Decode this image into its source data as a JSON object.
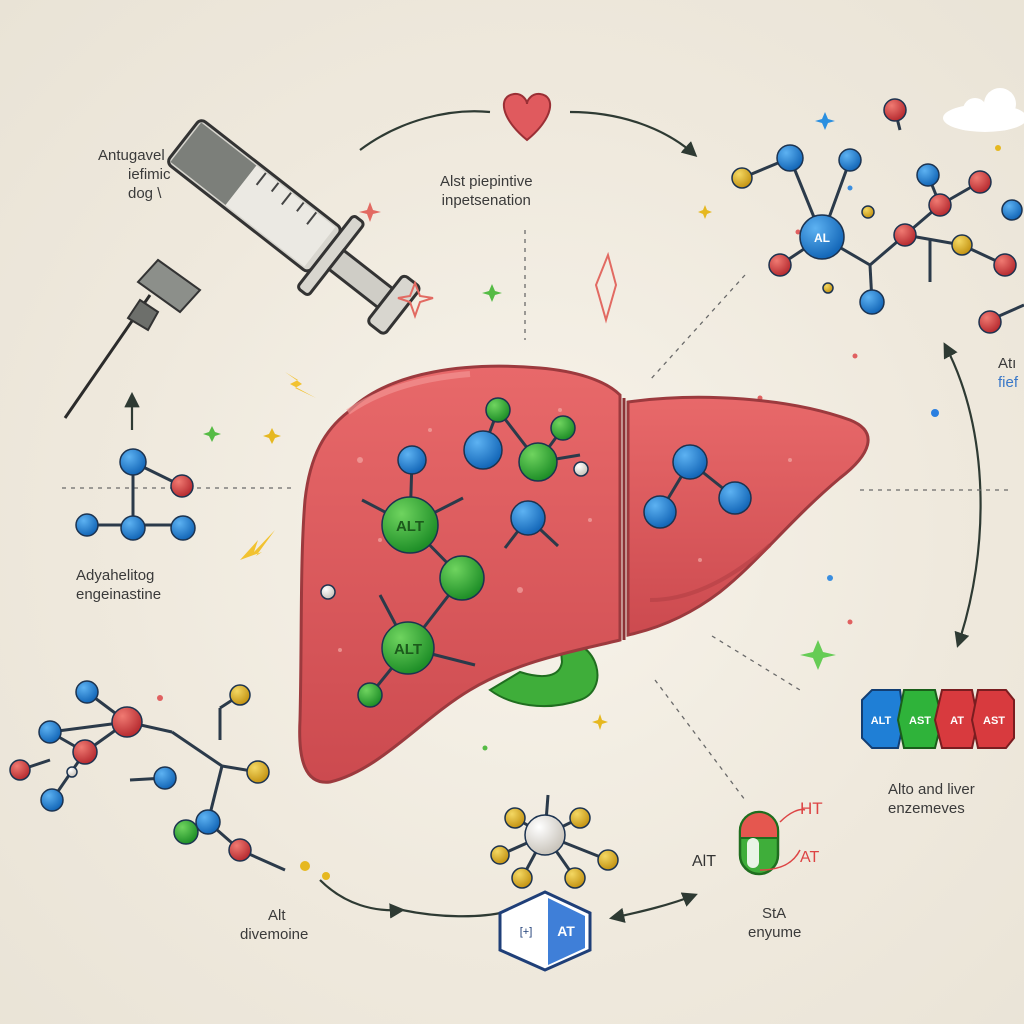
{
  "labels": {
    "top_left": [
      "Antugavel",
      "iefimic",
      "dog \\"
    ],
    "top_center": [
      "Alst piepintive",
      "inpetsenation"
    ],
    "left_mid": [
      "Adyahelitog",
      "engeinastine"
    ],
    "bottom_left": [
      "Alt",
      "divemoine"
    ],
    "bottom_center": [
      "StA",
      "enyume"
    ],
    "right_cut": [
      "Atı",
      "fief"
    ],
    "right_bottom": [
      "Alto and liver",
      "enzemeves"
    ]
  },
  "molecule_tags": {
    "liver_main_1": "ALT",
    "liver_main_2": "ALT",
    "top_right_node": "AL",
    "hexagon": "AT",
    "hexagon_bracket": "[+]"
  },
  "enzyme_strip": [
    "ALT",
    "AST",
    "AT",
    "AST"
  ],
  "capsule_labels": {
    "left": "AlT",
    "top": "HT",
    "right": "AT"
  },
  "colors": {
    "liver": "#d9565a",
    "liver_dark": "#b33f44",
    "gallbladder": "#3fae3a",
    "node_blue": "#1f7fd6",
    "node_green": "#2fb33a",
    "node_red": "#d83a3e",
    "node_yellow": "#e2b41e",
    "arrow": "#2e3a33"
  }
}
